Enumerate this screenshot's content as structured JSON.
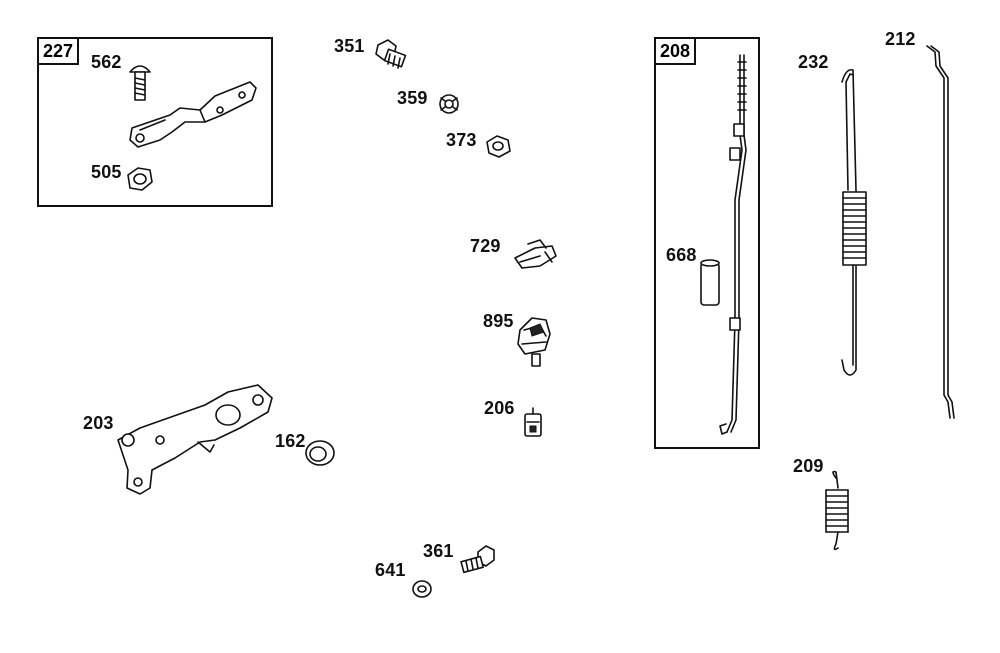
{
  "groups": [
    {
      "id": "227"
    },
    {
      "id": "208"
    }
  ],
  "parts": {
    "p227_562": "562",
    "p227_505": "505",
    "p351": "351",
    "p359": "359",
    "p373": "373",
    "p729": "729",
    "p895": "895",
    "p206": "206",
    "p203": "203",
    "p162": "162",
    "p361": "361",
    "p641": "641",
    "p208_668": "668",
    "p232": "232",
    "p212": "212",
    "p209": "209"
  }
}
